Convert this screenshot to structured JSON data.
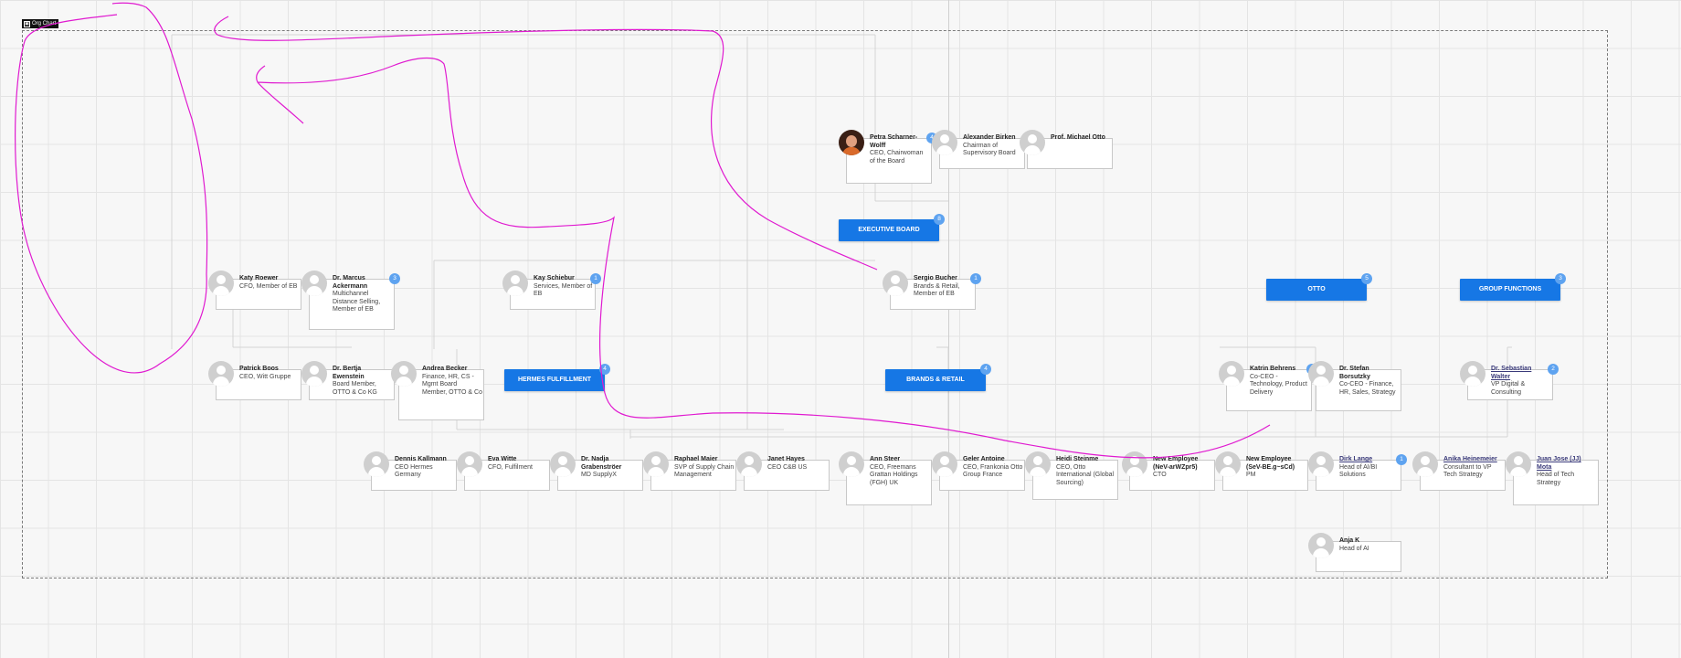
{
  "frame": {
    "label": "Org Chart",
    "icon": "image-icon"
  },
  "executive_board": {
    "label": "EXECUTIVE BOARD",
    "count": "8"
  },
  "departments": [
    {
      "id": "hermes",
      "label": "HERMES FULFILLMENT",
      "count": "4"
    },
    {
      "id": "brands",
      "label": "BRANDS & RETAIL",
      "count": "4"
    },
    {
      "id": "otto",
      "label": "OTTO",
      "count": "5"
    },
    {
      "id": "groupfn",
      "label": "GROUP FUNCTIONS",
      "count": "3"
    }
  ],
  "people": [
    {
      "id": "petra",
      "name": "Petra Scharner-Wolff",
      "role": "CEO, Chairwoman of the Board",
      "photo": true,
      "badge": "4"
    },
    {
      "id": "alexander",
      "name": "Alexander Birken",
      "role": "Chairman of Supervisory Board"
    },
    {
      "id": "michael",
      "name": "Prof. Michael Otto",
      "role": ""
    },
    {
      "id": "katy",
      "name": "Katy Roewer",
      "role": "CFO, Member of EB"
    },
    {
      "id": "marcus",
      "name": "Dr. Marcus Ackermann",
      "role": "Multichannel Distance Selling, Member of EB",
      "badge": "3"
    },
    {
      "id": "kay",
      "name": "Kay Schiebur",
      "role": "Services, Member of EB",
      "badge": "1"
    },
    {
      "id": "sergio",
      "name": "Sergio Bucher",
      "role": "Brands & Retail, Member of EB",
      "badge": "1"
    },
    {
      "id": "patrick",
      "name": "Patrick Boos",
      "role": "CEO, Witt Gruppe"
    },
    {
      "id": "benjamin",
      "name": "Dr. Bertja Ewenstein",
      "role": "Board Member, OTTO & Co KG"
    },
    {
      "id": "andrea",
      "name": "Andrea Becker",
      "role": "Finance, HR, CS - Mgmt Board Member, OTTO & Co"
    },
    {
      "id": "katrin",
      "name": "Katrin Behrens",
      "role": "Co-CEO - Technology, Product Delivery",
      "badge": "3"
    },
    {
      "id": "stefan",
      "name": "Dr. Stefan Borsutzky",
      "role": "Co-CEO - Finance, HR, Sales, Strategy"
    },
    {
      "id": "sebastian",
      "name": "Dr. Sebastian Walter",
      "role": "VP Digital & Consulting",
      "link": true,
      "badge": "2"
    },
    {
      "id": "dennis",
      "name": "Dennis Kallmann",
      "role": "CEO Hermes Germany"
    },
    {
      "id": "eva",
      "name": "Eva Witte",
      "role": "CFO, Fulfilment"
    },
    {
      "id": "nadja",
      "name": "Dr. Nadja Grabenströer",
      "role": "MD SupplyX"
    },
    {
      "id": "raphael",
      "name": "Raphael Maier",
      "role": "SVP of Supply Chain Management"
    },
    {
      "id": "janet",
      "name": "Janet Hayes",
      "role": "CEO C&B US"
    },
    {
      "id": "ann",
      "name": "Ann Steer",
      "role": "CEO, Freemans Grattan Holdings (FGH) UK"
    },
    {
      "id": "geler",
      "name": "Geler Antoine",
      "role": "CEO, Frankonia Otto Group France"
    },
    {
      "id": "heidi",
      "name": "Heidi Steinme",
      "role": "CEO, Otto International (Global Sourcing)"
    },
    {
      "id": "newemp1",
      "name": "New Employee (NeV-arWZpr5)",
      "role": "CTO"
    },
    {
      "id": "newemp2",
      "name": "New Employee (SeV-BE.g~sCd)",
      "role": "PM"
    },
    {
      "id": "dirk",
      "name": "Dirk Lange",
      "role": "Head of AI/BI Solutions",
      "link": true,
      "badge": "1"
    },
    {
      "id": "anika",
      "name": "Anika Heinemeier",
      "role": "Consultant to VP Tech Strategy",
      "link": true
    },
    {
      "id": "juan",
      "name": "Juan Jose (JJ) Mota",
      "role": "Head of Tech Strategy",
      "link": true
    },
    {
      "id": "anja",
      "name": "Anja K",
      "role": "Head of AI"
    }
  ],
  "colors": {
    "department": "#1677e5",
    "badge": "#5ea3f0",
    "annotation": "#e01ad0"
  }
}
